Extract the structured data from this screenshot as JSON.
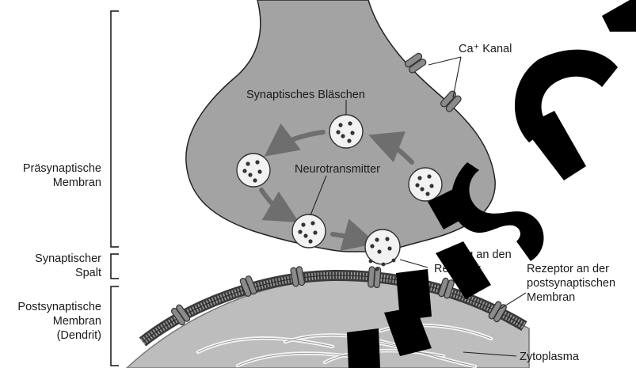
{
  "left_labels": {
    "presynaptic": [
      "Präsynaptische",
      "Membran"
    ],
    "cleft": [
      "Synaptischer",
      "Spalt"
    ],
    "postsynaptic": [
      "Postsynaptische",
      "Membran",
      "(Dendrit)"
    ]
  },
  "annotations": {
    "ca_channel": "Ca⁺ Kanal",
    "vesicle": "Synaptisches Bläschen",
    "neurotransmitter": "Neurotransmitter",
    "binding_partial": [
      "dung an den",
      "Rezeptor"
    ],
    "receptor": [
      "Rezeptor an der",
      "postsynaptischen",
      "Membran"
    ],
    "cytoplasm": "Zytoplasma"
  },
  "watermark": "MUSCH",
  "colors": {
    "terminal_fill": "#a3a3a3",
    "dendrite_fill": "#bdbdbd",
    "membrane": "#4a4a4a",
    "vesicle_fill": "#f2f2f2",
    "arrow": "#6e6e6e",
    "watermark": "#000000"
  }
}
